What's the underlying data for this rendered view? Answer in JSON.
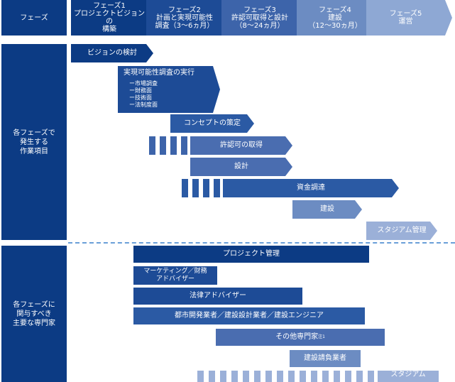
{
  "side_labels": {
    "phase": "フェーズ",
    "tasks": "各フェーズで\n発生する\n作業項目",
    "experts": "各フェーズに\n関与すべき\n主要な専門家"
  },
  "phases": [
    {
      "label": "フェーズ1\nプロジェクトビジョンの\n構築",
      "color": "#0c3b84"
    },
    {
      "label": "フェーズ2\n計画と実現可能性\n調査（3〜6ヵ月）",
      "color": "#1d4b96"
    },
    {
      "label": "フェーズ3\n許認可取得と設計\n（8〜24ヵ月）",
      "color": "#3d64aa"
    },
    {
      "label": "フェーズ4\n建設\n（12〜30ヵ月）",
      "color": "#6c8cc2"
    },
    {
      "label": "フェーズ5\n運営",
      "color": "#8ea8d4"
    }
  ],
  "tasks": {
    "vision": "ビジョンの検討",
    "feasibility": "実現可能性調査の実行",
    "feasibility_items": [
      "ー市場調査",
      "ー財務面",
      "ー技術面",
      "ー法制度面"
    ],
    "concept": "コンセプトの策定",
    "permits": "許認可の取得",
    "design": "設計",
    "funding": "資金調達",
    "construction": "建設",
    "stadium_mgmt": "スタジアム管理"
  },
  "experts": {
    "pm": "プロジェクト管理",
    "marketing": "マーケティング／財務\nアドバイザー",
    "legal": "法律アドバイザー",
    "urban": "都市開発業者／建設設計業者／建設エンジニア",
    "other": "その他専門家",
    "other_note": "注1",
    "contractor": "建設請負業者",
    "stadium_op": "スタジアム"
  },
  "colors": {
    "navy": "#0c3b84",
    "blue": "#2b5aa4",
    "mid": "#4a6db0",
    "light": "#7d97c9",
    "lighter": "#9bb0d8",
    "dashed": "#6a9fd8"
  }
}
